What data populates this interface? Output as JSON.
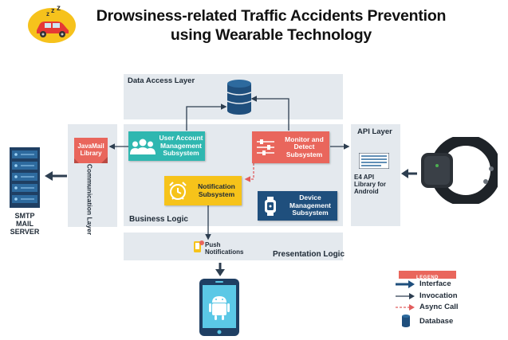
{
  "title_line1": "Drowsiness-related Traffic Accidents Prevention",
  "title_line2": "using Wearable Technology",
  "layers": {
    "data_access": "Data Access Layer",
    "api": "API Layer",
    "communication": "Communication Layer",
    "business": "Business Logic",
    "presentation": "Presentation Logic"
  },
  "components": {
    "user_account": "User Account Management Subsystem",
    "monitor_detect": "Monitor and Detect Subsystem",
    "notification": "Notification Subsystem",
    "device_mgmt": "Device Management Subsystem",
    "javamail": "JavaMail Library",
    "e4_api": "E4 API Library for Android",
    "push": "Push Notifications",
    "smtp": "SMTP MAIL SERVER"
  },
  "legend": {
    "heading": "LEGEND",
    "interface": "Interface",
    "invocation": "Invocation",
    "async": "Async Call",
    "database": "Database"
  },
  "colors": {
    "teal": "#2fb7b0",
    "salmon": "#e9665c",
    "yellow": "#f6c31a",
    "navy": "#1f4f7d",
    "dark": "#2d3e50",
    "panel": "#e4e9ee",
    "async_red": "#e25d5d"
  }
}
